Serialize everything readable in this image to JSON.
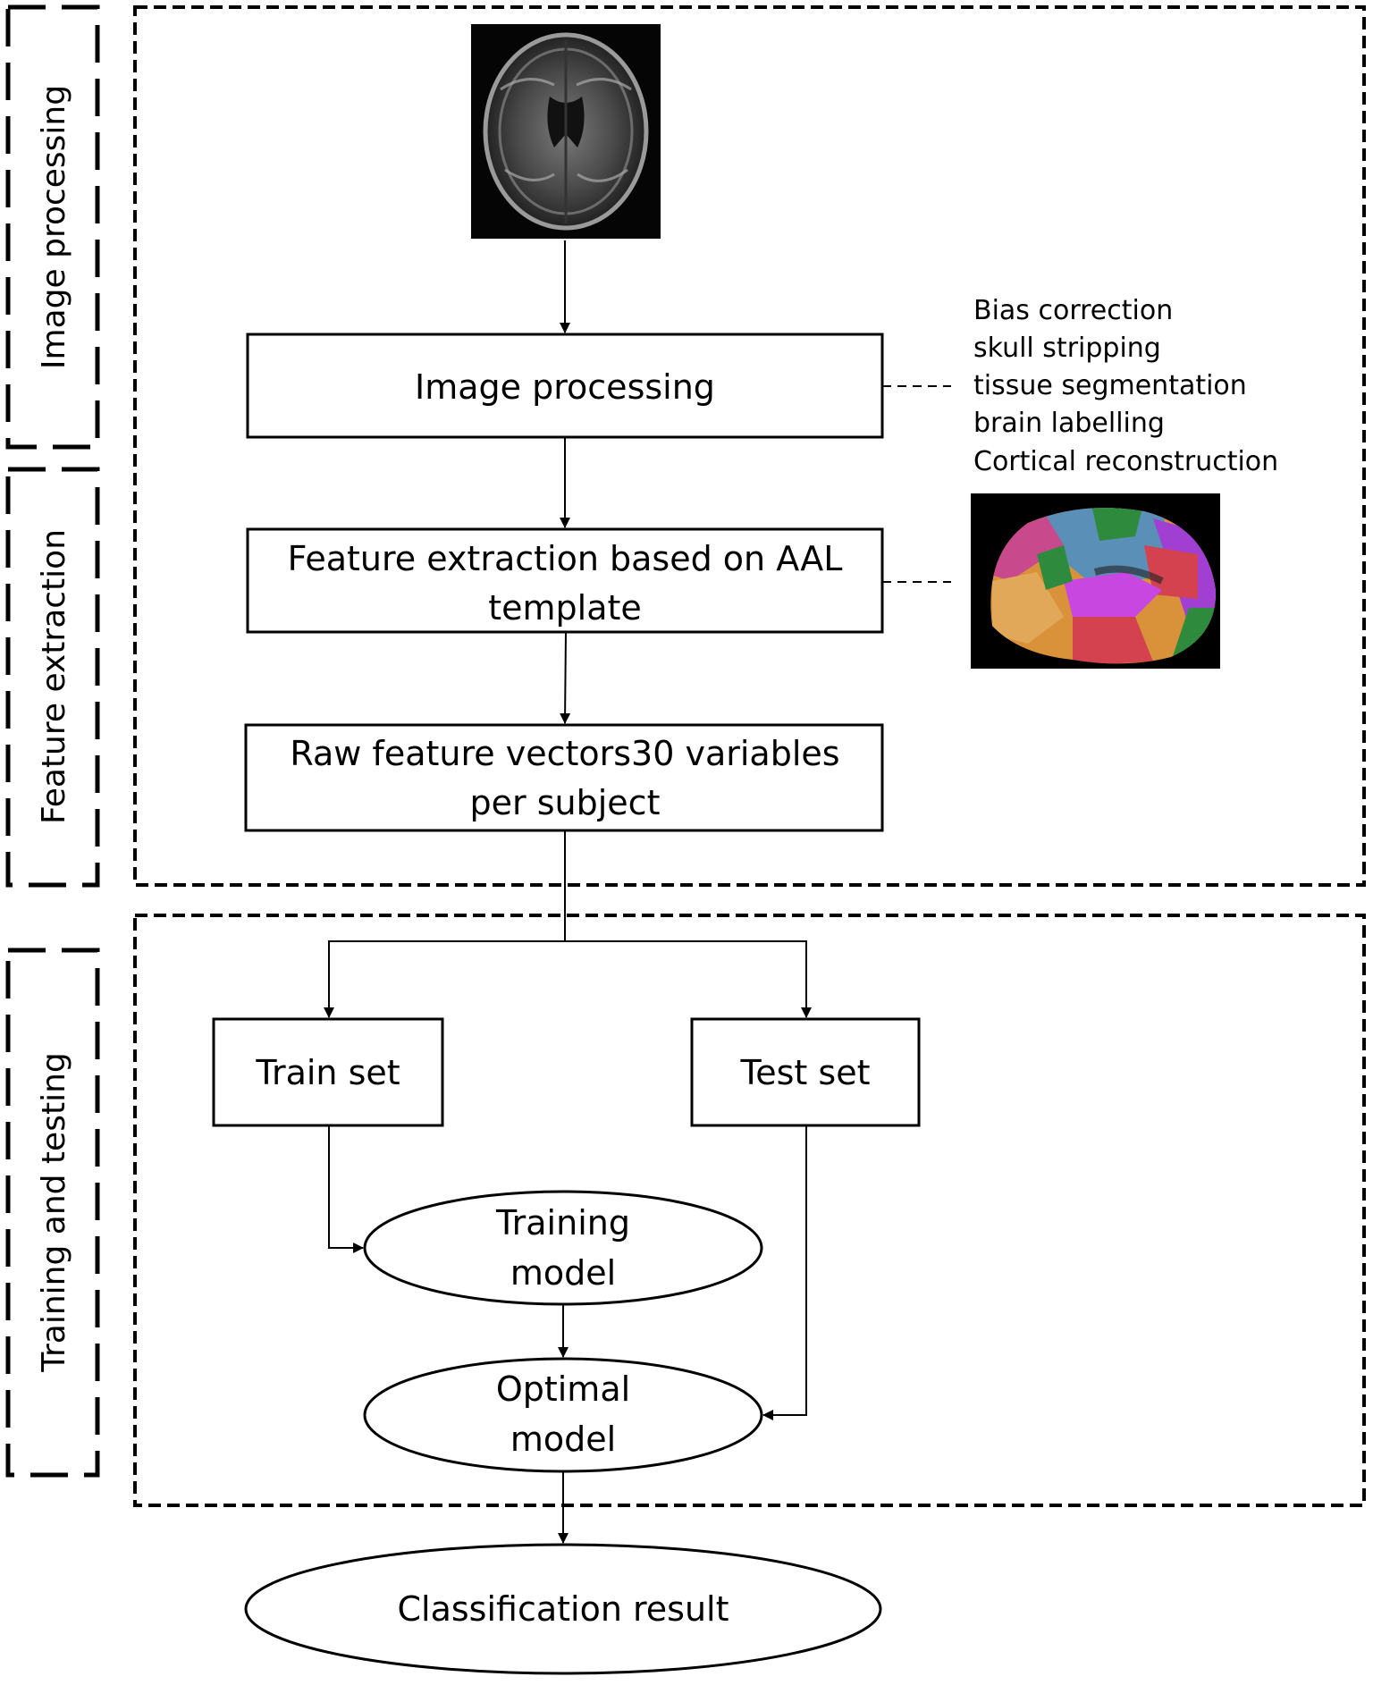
{
  "stages": {
    "image_processing": "Image processing",
    "feature_extraction": "Feature extraction",
    "training_testing": "Training and testing"
  },
  "nodes": {
    "image_processing": "Image processing",
    "feature_extraction_line1": "Feature extraction based on AAL",
    "feature_extraction_line2": "template",
    "raw_features_line1": "Raw feature vectors30 variables",
    "raw_features_line2": "per subject",
    "train_set": "Train set",
    "test_set": "Test set",
    "training_model_line1": "Training",
    "training_model_line2": "model",
    "optimal_model_line1": "Optimal",
    "optimal_model_line2": "model",
    "classification_result": "Classification result"
  },
  "processing_steps": [
    "Bias correction",
    "skull stripping",
    "tissue segmentation",
    "brain labelling",
    "Cortical reconstruction"
  ],
  "images": {
    "mri_slice": "brain-mri-axial-slice",
    "cortical_parcellation": "cortical-surface-parcellation"
  }
}
